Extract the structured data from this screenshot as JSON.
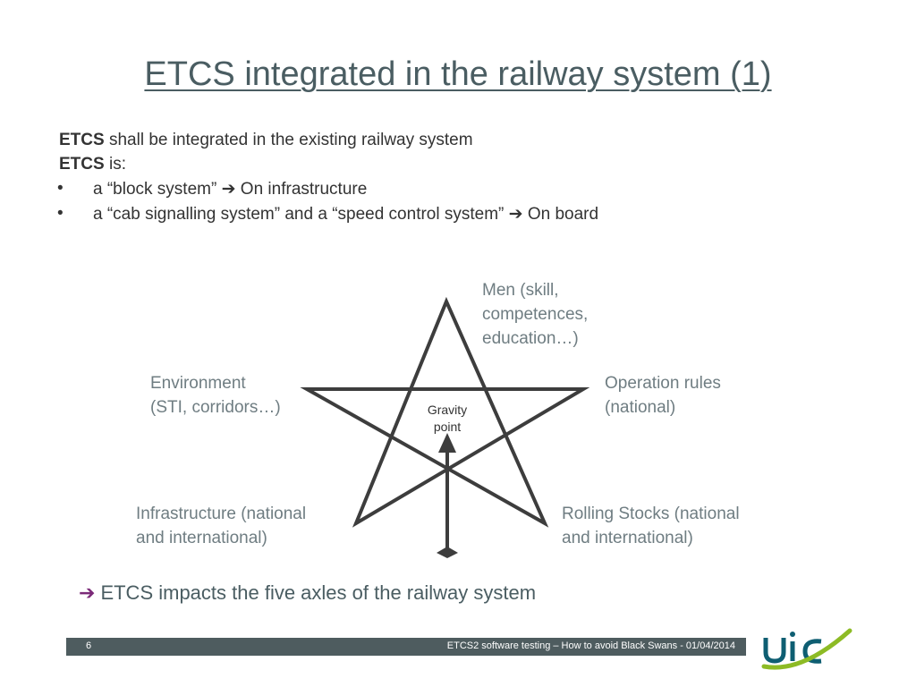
{
  "title": "ETCS integrated in the railway system (1)",
  "intro": {
    "line1_bold": "ETCS",
    "line1_rest": " shall be integrated in the existing railway system",
    "line2_bold": "ETCS",
    "line2_rest": " is:",
    "bullets": [
      {
        "before": "a “block system” ",
        "after": " On infrastructure"
      },
      {
        "before": "a “cab signalling system” and a “speed control system” ",
        "after": " On board"
      }
    ]
  },
  "diagram": {
    "top_label": [
      "Men (skill,",
      "competences,",
      "education…)"
    ],
    "left_label": [
      "Environment",
      "(STI, corridors…)"
    ],
    "right_label": [
      "Operation rules",
      "(national)"
    ],
    "bottom_left_label": [
      "Infrastructure (national",
      "and international)"
    ],
    "bottom_right_label": [
      "Rolling Stocks (national",
      "and international)"
    ],
    "center_label": [
      "Gravity",
      "point"
    ]
  },
  "conclusion": "ETCS impacts the five axles of the railway system",
  "footer": {
    "page": "6",
    "text": "ETCS2 software testing – How to avoid Black Swans - 01/04/2014"
  },
  "logo": {
    "text": "uic",
    "colors": {
      "primary": "#0e5e72",
      "accent": "#8dbb25"
    }
  }
}
